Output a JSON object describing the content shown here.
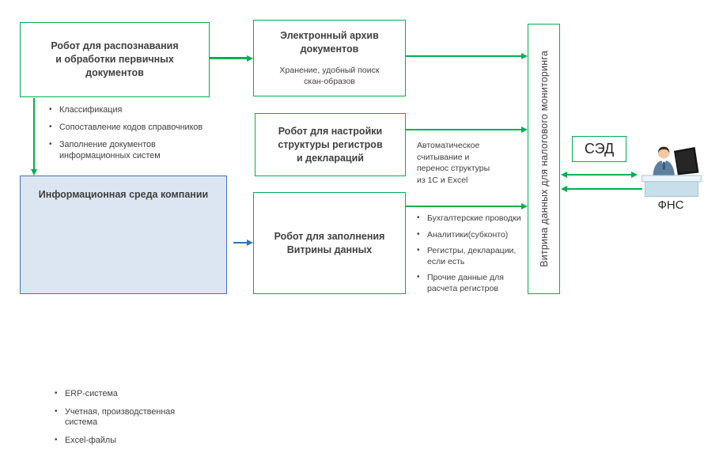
{
  "colors": {
    "green": "#00b050",
    "blue_border": "#4472c4",
    "blue_fill": "#dce6f2",
    "blue_arrow": "#2e75b6",
    "text": "#3f3f3f"
  },
  "boxes": {
    "robot_recognition": {
      "title": "Робот для распознавания\nи обработки первичных\nдокументов"
    },
    "e_archive": {
      "title": "Электронный архив\nдокументов",
      "subtitle": "Хранение, удобный поиск\nскан-образов"
    },
    "robot_registers": {
      "title": "Робот для настройки\nструктуры регистров\nи деклараций"
    },
    "robot_datamart": {
      "title": "Робот для заполнения\nВитрины данных"
    },
    "info_environment": {
      "title": "Информационная среда компании",
      "bullets": [
        "ERP-система",
        "Учетная, производственная система",
        "Excel-файлы"
      ]
    },
    "data_mart_bar": {
      "title": "Витрина данных для налогового мониторинга"
    },
    "sed": {
      "title": "СЭД"
    }
  },
  "annotations": {
    "recognition_bullets": [
      "Классификация",
      "Сопоставление кодов справочников",
      "Заполнение документов информационных систем"
    ],
    "registers_note": "Автоматическое\nсчитывание и\nперенос структуры\nиз 1С и Excel",
    "datamart_bullets": [
      "Бухгалтерские проводки",
      "Аналитики(субконто)",
      "Регистры, декларации, если есть",
      "Прочие данные для расчета регистров"
    ],
    "fns_label": "ФНС"
  }
}
